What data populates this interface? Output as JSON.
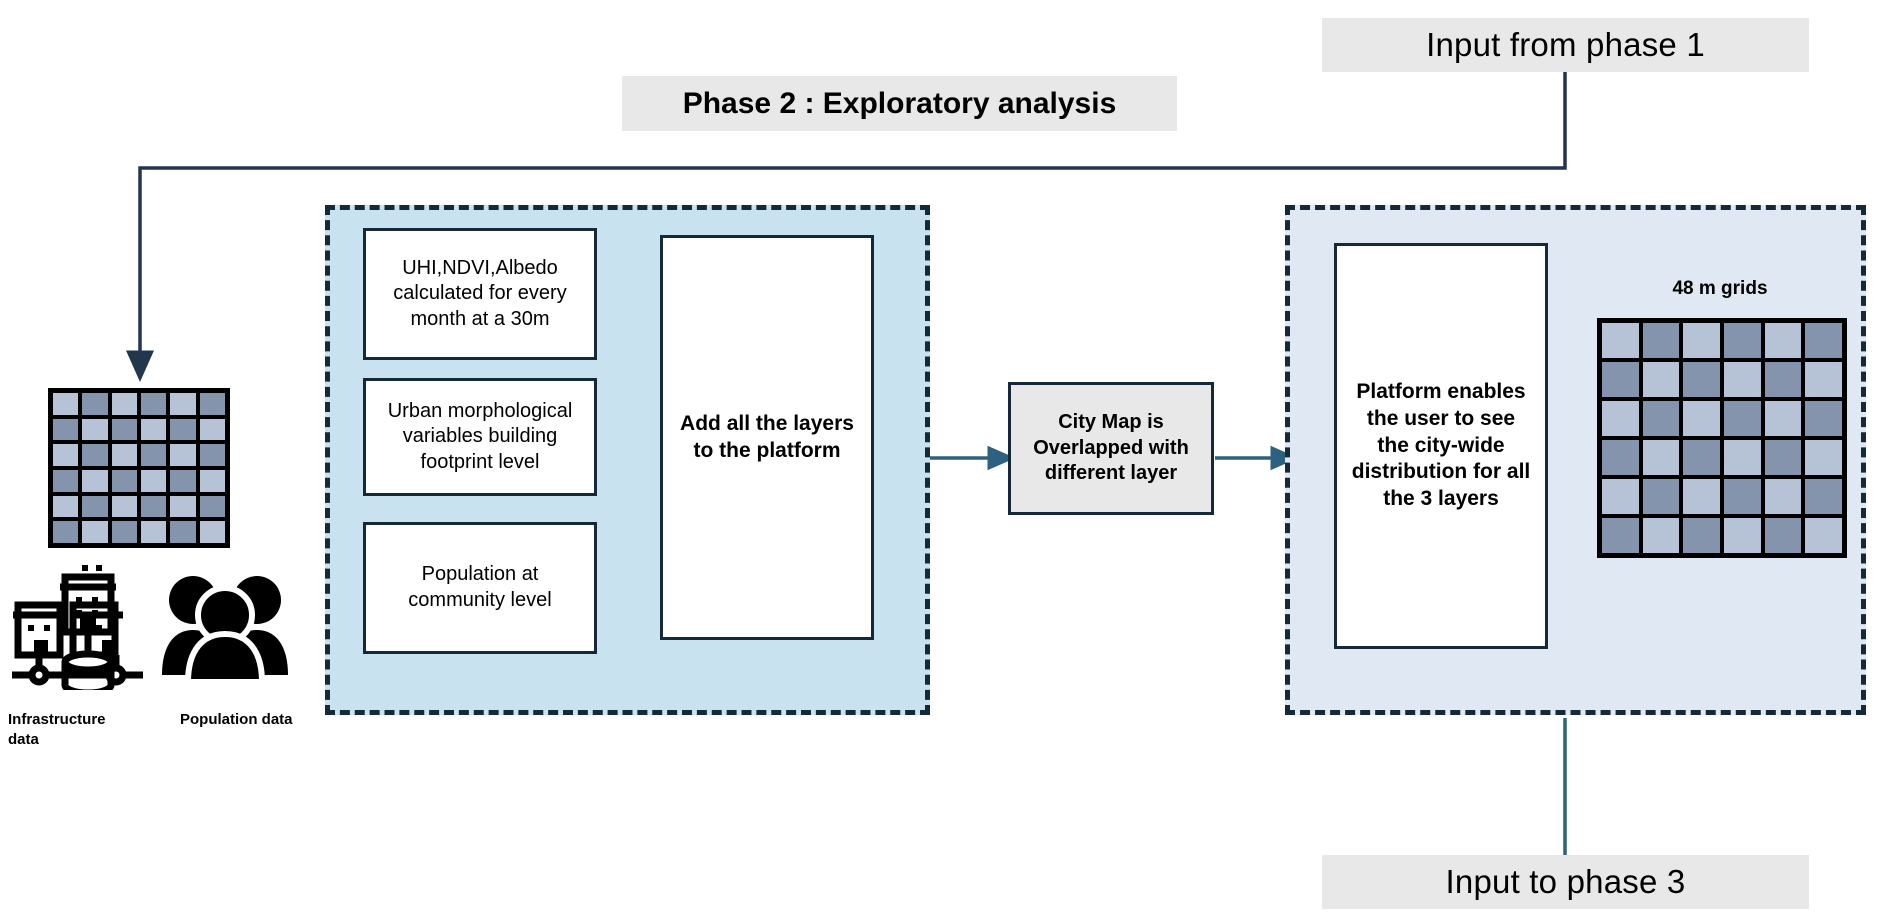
{
  "diagram": {
    "title": "Phase 2 : Exploratory analysis",
    "input_top_label": "Input from phase 1",
    "input_bottom_label": "Input to phase 3"
  },
  "colors": {
    "panel_left_fill": "#c8e2f0",
    "panel_right_fill": "#e0e8f3",
    "panel_border": "#16293b",
    "banner_fill": "#e8e8e8",
    "arrow_teal": "#2c6280",
    "connector_navy": "#22364d",
    "grid_cell_light": "#b6c3d6",
    "grid_cell_dark": "#8494ac",
    "grid_frame": "#000000"
  },
  "sources": {
    "infrastructure": {
      "label": "Infrastructure\ndata",
      "icon": "buildings-network-icon"
    },
    "population": {
      "label": "Population\ndata",
      "icon": "people-group-icon"
    },
    "grid_icon": "checkerboard-grid-icon"
  },
  "left_panel": {
    "inputs": [
      {
        "text": "UHI,NDVI,Albedo calculated for every month at a 30m"
      },
      {
        "text": "Urban morphological variables building footprint level"
      },
      {
        "text": "Population at community level"
      }
    ],
    "action": {
      "text": "Add all the layers to the platform"
    }
  },
  "middle": {
    "step": {
      "text": "City Map is Overlapped with different layer"
    }
  },
  "right_panel": {
    "outcome": {
      "text": "Platform enables the user to see the city-wide distribution for all the 3 layers"
    },
    "grid_label": "48 m grids"
  },
  "grid_pattern": {
    "rows": 6,
    "cols": 6,
    "description": "alternating light/dark checkerboard"
  }
}
